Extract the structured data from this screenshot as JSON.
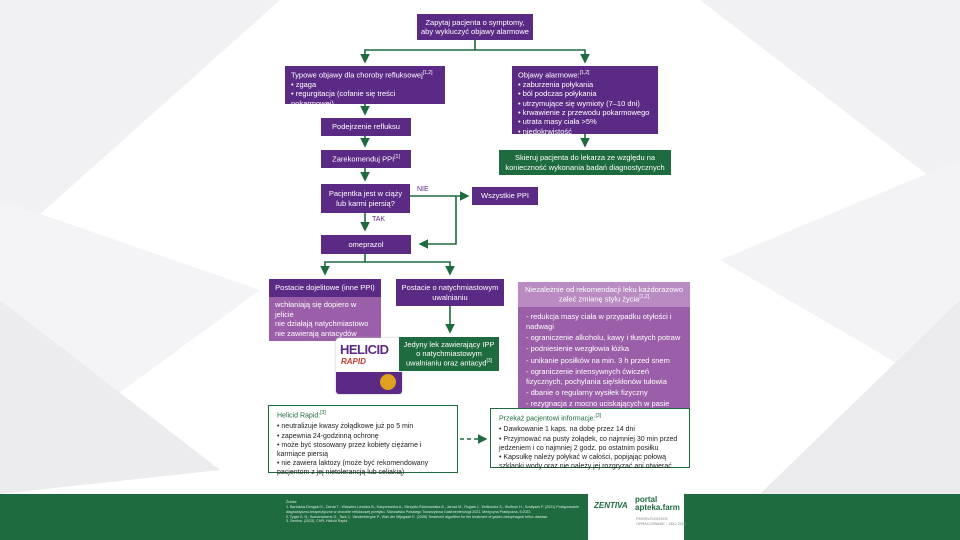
{
  "start": {
    "text": "Zapytaj pacjenta o symptomy, aby wykluczyć objawy alarmowe"
  },
  "typical": {
    "title": "Typowe objawy dla choroby refluksowej",
    "sup": "[1,2]",
    "items": [
      "zgaga",
      "regurgitacja (cofanie się treści pokarmowej)"
    ]
  },
  "alarm": {
    "title": "Objawy alarmowe:",
    "sup": "[1,2]",
    "items": [
      "zaburzenia połykania",
      "ból podczas połykania",
      "utrzymujące się wymioty (7–10 dni)",
      "krwawienie z przewodu pokarmowego",
      "utrata masy ciała >5%",
      "niedokrwistość"
    ]
  },
  "refer": {
    "text": "Skieruj pacjenta do lekarza ze względu na konieczność wykonania badań diagnostycznych"
  },
  "suspicion": {
    "text": "Podejrzenie refluksu"
  },
  "recommend": {
    "text": "Zarekomenduj PPI",
    "sup": "[1]"
  },
  "pregnancy": {
    "text": "Pacjentka jest w ciąży lub karmi piersią?"
  },
  "all_ppi": {
    "text": "Wszystkie PPI"
  },
  "labels": {
    "no": "NIE",
    "yes": "TAK"
  },
  "omeprazol": {
    "text": "omeprazol"
  },
  "delayed": {
    "title": "Postacie dojelitowe (inne PPI)",
    "items": [
      "wchłaniają się dopiero w jelicie",
      "nie działają natychmiastowo",
      "nie zawierają antacydów"
    ]
  },
  "immediate": {
    "text": "Postacie o natychmiastowym uwalnianiu"
  },
  "lifestyle": {
    "title": "Niezależnie od rekomendacji leku każdorazowo zaleć zmianę stylu życia",
    "sup": "[1,2]",
    "items": [
      "redukcja masy ciała w przypadku otyłości i nadwagi",
      "ograniczenie alkoholu, kawy i tłustych potraw",
      "podniesienie wezgłowia łóżka",
      "unikanie posiłków na min. 3 h przed snem",
      "ograniczenie intensywnych ćwiczeń fizycznych, pochylania się/skłonów tułowia",
      "dbanie o regularny wysiłek fizyczny",
      "rezygnacja z mocno uciskających w pasie ubrań"
    ]
  },
  "only": {
    "text": "Jedyny lek zawierający IPP o natychmiastowym uwalnianiu oraz antacyd",
    "sup": "[3]"
  },
  "product": {
    "name": "HELICID",
    "rapid": "RAPID"
  },
  "helicid": {
    "title": "Helicid Rapid:",
    "sup": "[3]",
    "items": [
      "neutralizuje kwasy żołądkowe już po 5 min",
      "zapewnia 24-godzinną ochronę",
      "może być stosowany przez kobiety ciężarne i karmiące piersią",
      "nie zawiera laktozy (może być rekomendowany pacjentom z jej nietolerancją lub celiakią)"
    ]
  },
  "info": {
    "title": "Przekaż pacjentowi informacje:",
    "sup": "[3]",
    "items": [
      "Dawkowanie 1 kaps. na dobę przez 14 dni",
      "Przyjmować na pusty żołądek, co najmniej 30 min przed jedzeniem i co najmniej 2 godz. po ostatnim posiłku",
      "Kapsułkę należy połykać w całości, popijając połową szklanki wody oraz nie należy jej rozgryzać ani otwierać"
    ]
  },
  "footer": {
    "refs_title": "Źródła:",
    "refs": [
      "1. Bartnicka-Dengalo K., Derda T., Wdowiec-Lewicka B., Kasprzewska A., Skrzydło-Radomańska B., Jarosz M., Rogala J., Wołkowicz S., Wolfrum H., Szołtysek P. (2021) Postępowanie diagnostyczno-terapeutyczne w chorobie refluksowej przełyku. Stanowisko Polskiego Towarzystwa Gastroenterologii 2021. Medycyna Praktyczna, 5:2022.",
      "2. Tygat G. N., Boeckxstaens G., Tack J., Vandenberghe P., Wan der Wijngaart E. (2008) Treatment algorithm for the treatment of gastro-oesophageal reflux disease.",
      "3. Zentiva. (2023). ChPL Helicid Rapid."
    ],
    "brand": "ZENTIVA",
    "portal_line1": "portal",
    "portal_line2": "apteka.farm",
    "code": "PM/HELR/2023/05",
    "date": "OPRACOWANIE – MAJ 2023"
  }
}
